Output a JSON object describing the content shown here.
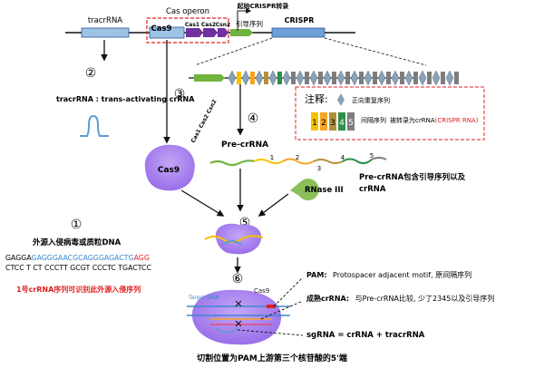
{
  "header": {
    "tracr_label": "tracrRNA",
    "cas_operon": "Cas operon",
    "start_transcription": "起始CRISPR转录",
    "cas9": "Cas9",
    "cas1": "Cas1",
    "cas2": "Cas2",
    "csn2": "Csn2",
    "leader_label": "引导序列",
    "crispr_label": "CRISPR"
  },
  "steps": {
    "s1": "①",
    "s2": "②",
    "s3": "③",
    "s4": "④",
    "s5": "⑤",
    "s6": "⑥"
  },
  "left": {
    "tracr_desc": "tracrRNA : trans-activating crRNA",
    "invade": "外源入侵病毒或质粒DNA",
    "seq_top_black": "GAGGA",
    "seq_top_blue": "GAGGGAACGCAGGGAGACTG",
    "seq_top_red": "AGG",
    "seq_bottom": "CTCC T CT CCCTT GCGT CCCTC TGACTCC",
    "recognize": "1号crRNA序列可识别此外源入侵序列"
  },
  "legend": {
    "title": "注释:",
    "repeat": "正向重复序列",
    "nums": [
      "1",
      "2",
      "3",
      "4",
      "5"
    ],
    "spacer": "间隔序列",
    "transcribe_prefix": "被转录为crRNA",
    "transcribe_red": "(CRISPR RNA)"
  },
  "mid": {
    "precr": "Pre-crRNA",
    "cas_small": "Cas1 Cas2 Csn2",
    "cas9_blob": "Cas9",
    "rnase": "RNase III",
    "precr_desc_1": "Pre-crRNA包含引导序列以及",
    "precr_desc_2": "crRNA",
    "nums": [
      "1",
      "2",
      "3",
      "4",
      "5"
    ]
  },
  "bottom": {
    "target_dna": "Target DNA",
    "cas9_label": "Cas9",
    "pam_label": "PAM:",
    "pam_text": "Protospacer adjacent motif, 原间隔序列",
    "mature_label": "成熟crRNA:",
    "mature_text": "与Pre-crRNA比较, 少了2345以及引导序列",
    "sgrna": "sgRNA = crRNA + tracrRNA",
    "cut": "切割位置为PAM上游第三个核苷酸的5'端"
  },
  "colors": {
    "purple": "#a67ff0",
    "dark_purple": "#6a1fb3",
    "blue_box": "#9dc3e6",
    "green": "#70b33f",
    "gray": "#808080",
    "red": "#e02020",
    "blue_text": "#3a88d0"
  }
}
